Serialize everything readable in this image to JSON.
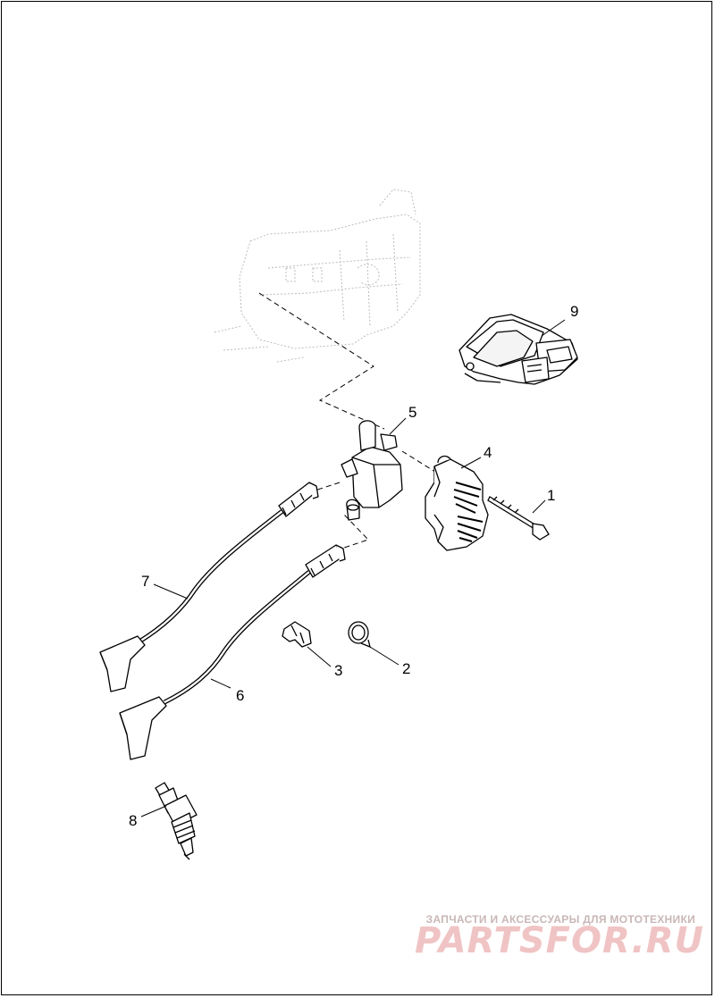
{
  "callouts": [
    {
      "id": "1",
      "label": "1"
    },
    {
      "id": "2",
      "label": "2"
    },
    {
      "id": "3",
      "label": "3"
    },
    {
      "id": "4",
      "label": "4"
    },
    {
      "id": "5",
      "label": "5"
    },
    {
      "id": "6",
      "label": "6"
    },
    {
      "id": "7",
      "label": "7"
    },
    {
      "id": "8",
      "label": "8"
    },
    {
      "id": "9",
      "label": "9"
    }
  ],
  "watermark": {
    "tagline": "ЗАПЧАСТИ И АКСЕССУАРЫ ДЛЯ МОТОТЕХНИКИ",
    "logo": "PARTSFOR.RU"
  },
  "colors": {
    "line": "#000000",
    "ghost": "#bdbdbd",
    "watermark_text": "#c9b7b7",
    "watermark_logo": "#f0c4c4"
  }
}
